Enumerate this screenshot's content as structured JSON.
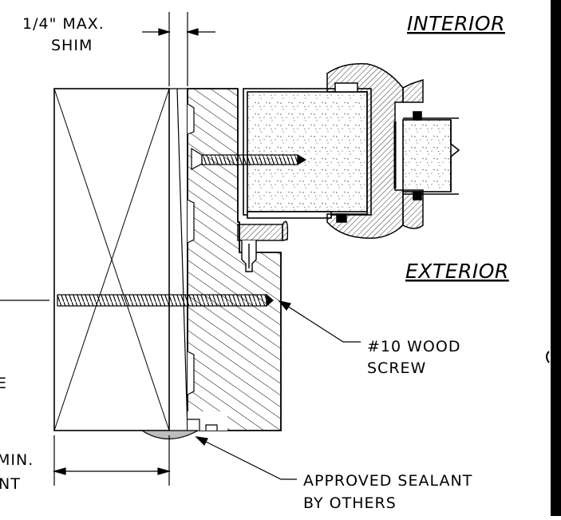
{
  "labels": {
    "interior": "INTERIOR",
    "exterior": "EXTERIOR",
    "shim_line1": "1/4\" MAX.",
    "shim_line2": "SHIM",
    "screw_line1": "#10 WOOD",
    "screw_line2": "SCREW",
    "sealant_line1": "APPROVED SEALANT",
    "sealant_line2": "BY OTHERS",
    "partial_left_1": "MIN.",
    "partial_left_2": "NT",
    "partial_left_3": "E"
  },
  "colors": {
    "line": "#000000",
    "background": "#ffffff",
    "sealant": "#bdbdbd",
    "right_bar": "#000000"
  }
}
